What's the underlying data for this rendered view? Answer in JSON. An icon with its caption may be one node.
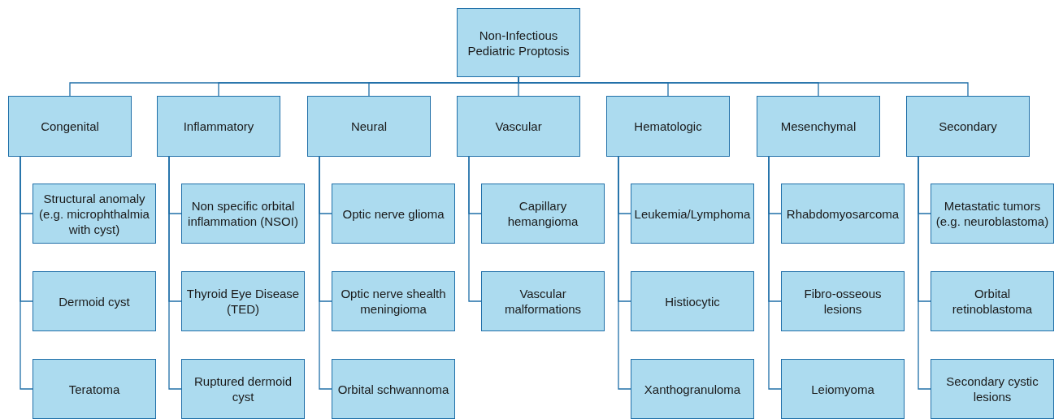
{
  "diagram": {
    "nodes": [
      {
        "text": [
          "Non-Infectious Pediatric Proptosis"
        ]
      },
      {
        "text": [
          "Congenital"
        ]
      },
      {
        "text": [
          "Inflammatory"
        ]
      },
      {
        "text": [
          "Neural"
        ]
      },
      {
        "text": [
          "Vascular"
        ]
      },
      {
        "text": [
          "Hematologic"
        ]
      },
      {
        "text": [
          "Mesenchymal"
        ]
      },
      {
        "text": [
          "Secondary"
        ]
      },
      {
        "text": [
          "Structural anomaly (e.g. microphthalmia with cyst)"
        ]
      },
      {
        "text": [
          "Dermoid cyst"
        ]
      },
      {
        "text": [
          "Teratoma"
        ]
      },
      {
        "text": [
          "Non specific orbital inflammation (NSOI)"
        ]
      },
      {
        "text": [
          "Thyroid Eye Disease (TED)"
        ]
      },
      {
        "text": [
          "Ruptured dermoid cyst"
        ]
      },
      {
        "text": [
          "Optic nerve glioma"
        ]
      },
      {
        "text": [
          "Optic nerve shealth meningioma"
        ]
      },
      {
        "text": [
          "Orbital schwannoma"
        ]
      },
      {
        "text": [
          "Capillary hemangioma"
        ]
      },
      {
        "text": [
          "Vascular malformations"
        ]
      },
      {
        "text": [
          "Leukemia/Lymphoma"
        ]
      },
      {
        "text": [
          "Histiocytic"
        ]
      },
      {
        "text": [
          "Xanthogranuloma"
        ]
      },
      {
        "text": [
          "Rhabdomyosarcoma"
        ]
      },
      {
        "text": [
          "Fibro-osseous lesions"
        ]
      },
      {
        "text": [
          "Leiomyoma"
        ]
      },
      {
        "text": [
          "Metastatic tumors (e.g. neuroblastoma)"
        ]
      },
      {
        "text": [
          "Orbital retinoblastoma"
        ]
      },
      {
        "text": [
          "Secondary cystic lesions"
        ]
      }
    ],
    "edges": [
      {
        "from": 0,
        "to": 1,
        "arrow": "none"
      },
      {
        "from": 0,
        "to": 2,
        "arrow": "none"
      },
      {
        "from": 0,
        "to": 3,
        "arrow": "none"
      },
      {
        "from": 0,
        "to": 4,
        "arrow": "none"
      },
      {
        "from": 0,
        "to": 5,
        "arrow": "none"
      },
      {
        "from": 0,
        "to": 6,
        "arrow": "none"
      },
      {
        "from": 0,
        "to": 7,
        "arrow": "none"
      },
      {
        "from": 1,
        "to": 8,
        "arrow": "none"
      },
      {
        "from": 1,
        "to": 9,
        "arrow": "none"
      },
      {
        "from": 1,
        "to": 10,
        "arrow": "none"
      },
      {
        "from": 2,
        "to": 11,
        "arrow": "none"
      },
      {
        "from": 2,
        "to": 12,
        "arrow": "none"
      },
      {
        "from": 2,
        "to": 13,
        "arrow": "none"
      },
      {
        "from": 3,
        "to": 14,
        "arrow": "none"
      },
      {
        "from": 3,
        "to": 15,
        "arrow": "none"
      },
      {
        "from": 3,
        "to": 16,
        "arrow": "none"
      },
      {
        "from": 4,
        "to": 17,
        "arrow": "none"
      },
      {
        "from": 4,
        "to": 18,
        "arrow": "none"
      },
      {
        "from": 5,
        "to": 19,
        "arrow": "none"
      },
      {
        "from": 5,
        "to": 20,
        "arrow": "none"
      },
      {
        "from": 5,
        "to": 21,
        "arrow": "none"
      },
      {
        "from": 6,
        "to": 22,
        "arrow": "none"
      },
      {
        "from": 6,
        "to": 23,
        "arrow": "none"
      },
      {
        "from": 6,
        "to": 24,
        "arrow": "none"
      },
      {
        "from": 7,
        "to": 25,
        "arrow": "none"
      },
      {
        "from": 7,
        "to": 26,
        "arrow": "none"
      },
      {
        "from": 7,
        "to": 27,
        "arrow": "none"
      }
    ]
  }
}
